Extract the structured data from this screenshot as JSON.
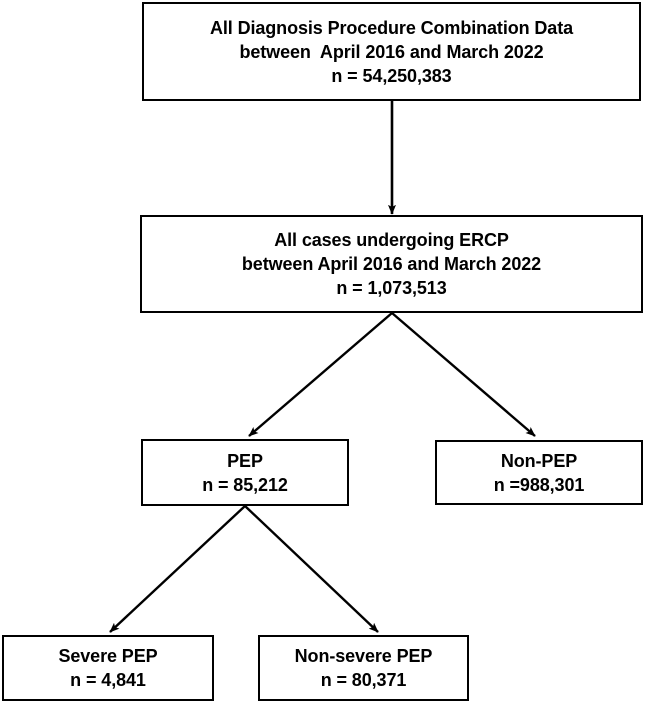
{
  "diagram": {
    "title": "ERCP post-procedure pancreatitis cohort selection flowchart",
    "type": "flowchart",
    "background_color": "#ffffff",
    "line_color": "#000000",
    "text_color": "#000000"
  },
  "nodes": [
    {
      "id": "all-dpc-data",
      "name": "all-dpc-data-box",
      "lines": [
        "All Diagnosis Procedure Combination Data",
        "between  April 2016 and March 2022",
        "n = 54,250,383"
      ],
      "count": "54,250,383"
    },
    {
      "id": "all-ercp-cases",
      "name": "all-ercp-cases-box",
      "lines": [
        "All cases undergoing ERCP",
        "between April 2016 and March 2022",
        "n = 1,073,513"
      ],
      "count": "1,073,513"
    },
    {
      "id": "pep",
      "name": "pep-box",
      "lines": [
        "PEP",
        "n = 85,212"
      ],
      "count": "85,212"
    },
    {
      "id": "non-pep",
      "name": "non-pep-box",
      "lines": [
        "Non-PEP",
        "n =988,301"
      ],
      "count": "988,301"
    },
    {
      "id": "severe-pep",
      "name": "severe-pep-box",
      "lines": [
        "Severe PEP",
        "n = 4,841"
      ],
      "count": "4,841"
    },
    {
      "id": "non-severe-pep",
      "name": "non-severe-pep-box",
      "lines": [
        "Non-severe PEP",
        "n = 80,371"
      ],
      "count": "80,371"
    }
  ],
  "edges": [
    {
      "id": "edge-dpc-to-ercp",
      "from": "all-dpc-data",
      "to": "all-ercp-cases",
      "style": "straight-down-arrow"
    },
    {
      "id": "edge-ercp-to-pep",
      "from": "all-ercp-cases",
      "to": "pep",
      "style": "diagonal-arrow"
    },
    {
      "id": "edge-ercp-to-non-pep",
      "from": "all-ercp-cases",
      "to": "non-pep",
      "style": "diagonal-arrow"
    },
    {
      "id": "edge-pep-to-severe",
      "from": "pep",
      "to": "severe-pep",
      "style": "diagonal-arrow"
    },
    {
      "id": "edge-pep-to-non-severe",
      "from": "pep",
      "to": "non-severe-pep",
      "style": "diagonal-arrow"
    }
  ]
}
